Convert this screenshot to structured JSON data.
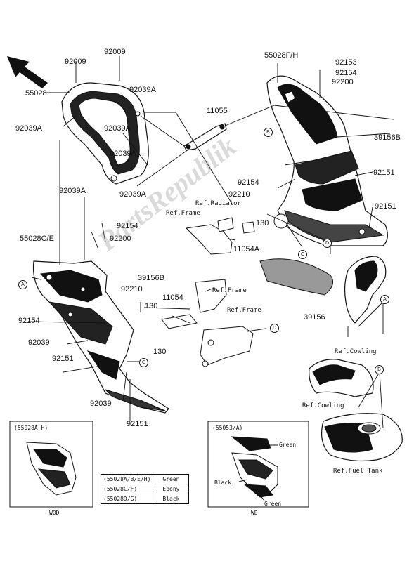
{
  "part_numbers": {
    "p92009_a": "92009",
    "p92009_b": "92009",
    "p55028": "55028",
    "p92039A_top": "92039A",
    "p92039A_left": "92039A",
    "p92039A_mid1": "92039A",
    "p92039A_mid2": "92039A",
    "p92039A_low": "92039A",
    "p92039A_bot": "92039A",
    "p11055": "11055",
    "p55028FH": "55028F/H",
    "p92153": "92153",
    "p92154_r1": "92154",
    "p92200_r": "92200",
    "p39156B_r": "39156B",
    "p92154_r2": "92154",
    "p92151_r1": "92151",
    "p92210_r": "92210",
    "p92151_r2": "92151",
    "p130_r": "130",
    "p11054A": "11054A",
    "p92154_l1": "92154",
    "p55028CE": "55028C/E",
    "p92200_l": "92200",
    "p39156B_l": "39156B",
    "p92210_l": "92210",
    "p11054": "11054",
    "p130_m1": "130",
    "p92154_l2": "92154",
    "p92039_l": "92039",
    "p92151_l": "92151",
    "p130_m2": "130",
    "p92039_b": "92039",
    "p92151_b": "92151",
    "p39156": "39156"
  },
  "references": {
    "ref_frame_1": "Ref.Frame",
    "ref_radiator": "Ref.Radiator",
    "ref_frame_2": "Ref.Frame",
    "ref_frame_3": "Ref.Frame",
    "ref_cowling_1": "Ref.Cowling",
    "ref_cowling_2": "Ref.Cowling",
    "ref_fuel_tank": "Ref.Fuel Tank"
  },
  "callouts": {
    "a": "A",
    "b": "B",
    "c": "C",
    "d": "D"
  },
  "insets": {
    "left_header": "(55028A~H)",
    "left_footer": "WOD",
    "right_header": "(55053/A)",
    "right_footer": "WD",
    "green_top": "Green",
    "black": "Black",
    "green_bottom": "Green"
  },
  "color_table": [
    {
      "code": "(55028A/B/E/H)",
      "color": "Green"
    },
    {
      "code": "(55028C/F)",
      "color": "Ebony"
    },
    {
      "code": "(55028D/G)",
      "color": "Black"
    }
  ],
  "watermark": "PartsRepublik"
}
